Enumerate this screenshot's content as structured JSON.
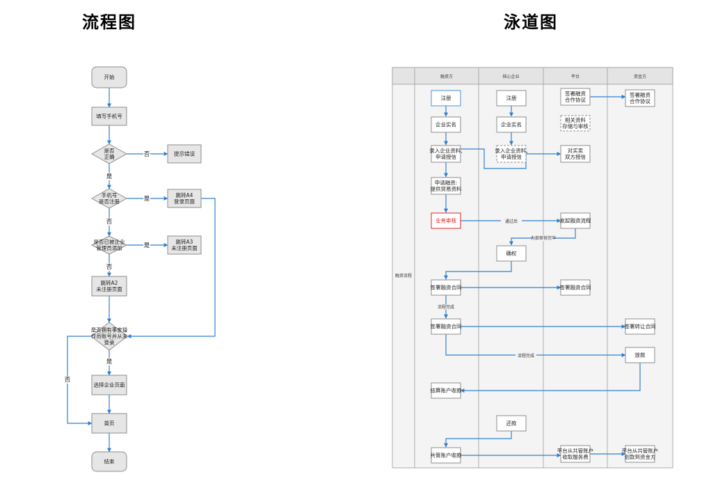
{
  "headings": {
    "flowchart": "流程图",
    "swimlane": "泳道图"
  },
  "flowchart": {
    "nodes": [
      {
        "id": "start",
        "shape": "round",
        "lines": [
          "开始"
        ]
      },
      {
        "id": "fill_phone",
        "shape": "box",
        "lines": [
          "填写手机号"
        ]
      },
      {
        "id": "is_correct",
        "shape": "diamond",
        "lines": [
          "是否",
          "正确"
        ]
      },
      {
        "id": "error",
        "shape": "box",
        "lines": [
          "提示错误"
        ]
      },
      {
        "id": "is_registered",
        "shape": "diamond",
        "lines": [
          "手机号",
          "是否注册"
        ]
      },
      {
        "id": "a4",
        "shape": "box",
        "lines": [
          "跳转A4",
          "登录页面"
        ]
      },
      {
        "id": "is_added",
        "shape": "diamond",
        "lines": [
          "是否已被企业",
          "管理员添加"
        ]
      },
      {
        "id": "a3",
        "shape": "box",
        "lines": [
          "跳转A3",
          "未注册页面"
        ]
      },
      {
        "id": "a2",
        "shape": "box",
        "lines": [
          "跳转A2",
          "未注册页面"
        ]
      },
      {
        "id": "has_ops",
        "shape": "diamond",
        "lines": [
          "是否拥有事家操",
          "作员账号并从未",
          "登录"
        ]
      },
      {
        "id": "choose",
        "shape": "box",
        "lines": [
          "选择企业页面"
        ]
      },
      {
        "id": "home",
        "shape": "box",
        "lines": [
          "首页"
        ]
      },
      {
        "id": "end",
        "shape": "round",
        "lines": [
          "结束"
        ]
      }
    ],
    "edge_labels": [
      {
        "id": "l1",
        "text": "否"
      },
      {
        "id": "l2",
        "text": "是"
      },
      {
        "id": "l3",
        "text": "是"
      },
      {
        "id": "l4",
        "text": "否"
      },
      {
        "id": "l5",
        "text": "是"
      },
      {
        "id": "l6",
        "text": "否"
      },
      {
        "id": "l7",
        "text": "是"
      },
      {
        "id": "l8",
        "text": "否"
      }
    ]
  },
  "swimlane": {
    "lanes": [
      "融资方",
      "核心企业",
      "平台",
      "资金方"
    ],
    "row_label": "融资流程",
    "nodes": [
      {
        "id": "f_reg",
        "style": "blue",
        "lines": [
          "注册"
        ]
      },
      {
        "id": "f_real",
        "style": "white",
        "lines": [
          "企业实名"
        ]
      },
      {
        "id": "f_input",
        "style": "white",
        "lines": [
          "录入企业资料,",
          "申请授信"
        ]
      },
      {
        "id": "f_apply",
        "style": "white",
        "lines": [
          "申请融资:",
          "提供贸易资料"
        ]
      },
      {
        "id": "f_review",
        "style": "red",
        "lines": [
          "业务审核"
        ]
      },
      {
        "id": "f_sign",
        "style": "white",
        "lines": [
          "签署融资合同"
        ]
      },
      {
        "id": "f_sign2",
        "style": "white",
        "lines": [
          "签署融资合同"
        ]
      },
      {
        "id": "f_settle",
        "style": "white",
        "lines": [
          "结算账户收款"
        ]
      },
      {
        "id": "f_collect",
        "style": "white",
        "lines": [
          "共管账户收款"
        ]
      },
      {
        "id": "c_reg",
        "style": "white",
        "lines": [
          "注册"
        ]
      },
      {
        "id": "c_real",
        "style": "white",
        "lines": [
          "企业实名"
        ]
      },
      {
        "id": "c_input",
        "style": "dash",
        "lines": [
          "录入企业资料,",
          "申请授信"
        ]
      },
      {
        "id": "c_confirm",
        "style": "white",
        "lines": [
          "确权"
        ]
      },
      {
        "id": "c_repay",
        "style": "white",
        "lines": [
          "还款"
        ]
      },
      {
        "id": "p_sign",
        "style": "white",
        "lines": [
          "签署融资",
          "合作协议"
        ]
      },
      {
        "id": "p_store",
        "style": "dash",
        "lines": [
          "相关资料",
          "存储与审核"
        ]
      },
      {
        "id": "p_both",
        "style": "white",
        "lines": [
          "对买卖",
          "双方授信"
        ]
      },
      {
        "id": "p_start",
        "style": "white",
        "lines": [
          "发起融资流程"
        ]
      },
      {
        "id": "p_sign2",
        "style": "white",
        "lines": [
          "签署融资合同"
        ]
      },
      {
        "id": "p_fee",
        "style": "white",
        "lines": [
          "平台从共管账户",
          "收取服务费"
        ]
      },
      {
        "id": "m_sign",
        "style": "white",
        "lines": [
          "签署融资",
          "合作协议"
        ]
      },
      {
        "id": "m_transfer",
        "style": "white",
        "lines": [
          "签署转让合同"
        ]
      },
      {
        "id": "m_loan",
        "style": "white",
        "lines": [
          "放款"
        ]
      },
      {
        "id": "m_transfer2",
        "style": "white",
        "lines": [
          "平台从共管账户",
          "划款到资金方"
        ]
      }
    ],
    "edge_labels": [
      {
        "id": "s1",
        "text": "通过后"
      },
      {
        "id": "s2",
        "text": "为部审核完毕"
      },
      {
        "id": "s3",
        "text": "流程完成"
      },
      {
        "id": "s4",
        "text": "流程完成"
      }
    ]
  }
}
